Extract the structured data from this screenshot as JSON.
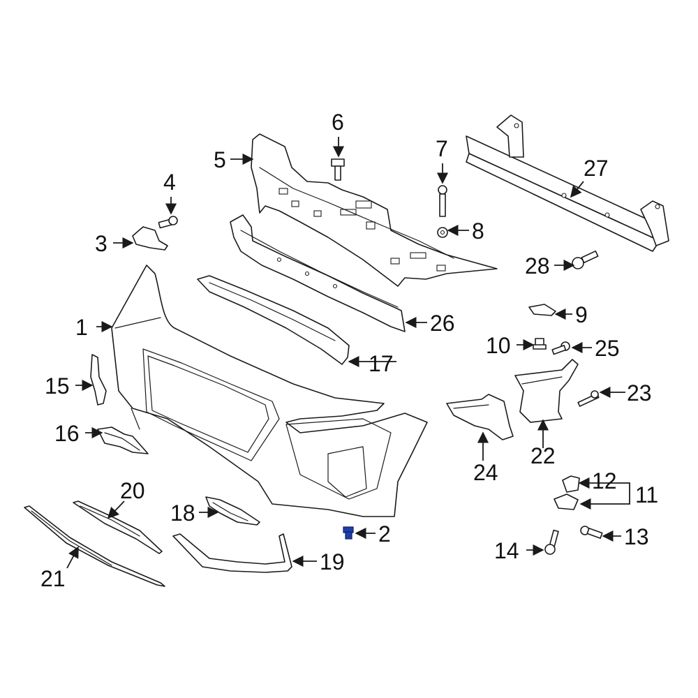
{
  "callouts": {
    "c1": "1",
    "c2": "2",
    "c3": "3",
    "c4": "4",
    "c5": "5",
    "c6": "6",
    "c7": "7",
    "c8": "8",
    "c9": "9",
    "c10": "10",
    "c11": "11",
    "c12": "12",
    "c13": "13",
    "c14": "14",
    "c15": "15",
    "c16": "16",
    "c17": "17",
    "c18": "18",
    "c19": "19",
    "c20": "20",
    "c21": "21",
    "c22": "22",
    "c23": "23",
    "c24": "24",
    "c25": "25",
    "c26": "26",
    "c27": "27",
    "c28": "28"
  },
  "colors": {
    "highlight_part": "#1f3fa8",
    "line": "#1a1a1a"
  },
  "highlighted_part": "2"
}
